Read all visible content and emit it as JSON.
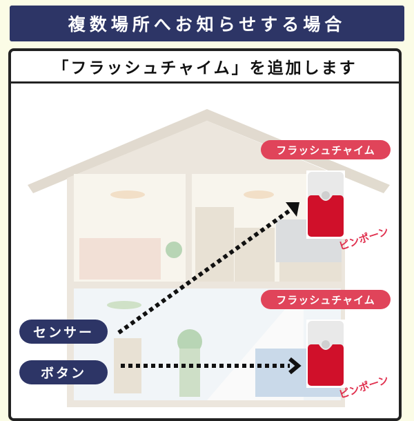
{
  "title": "複数場所へお知らせする場合",
  "panel_heading": "「フラッシュチャイム」を追加します",
  "senders": [
    {
      "label": "センサー"
    },
    {
      "label": "ボタン"
    }
  ],
  "receivers": [
    {
      "label": "フラッシュチャイム",
      "sound": "ピンポーン"
    },
    {
      "label": "フラッシュチャイム",
      "sound": "ピンポーン"
    }
  ],
  "colors": {
    "navy": "#2d3566",
    "pink": "#e0445a",
    "chime_red": "#d0102a"
  }
}
